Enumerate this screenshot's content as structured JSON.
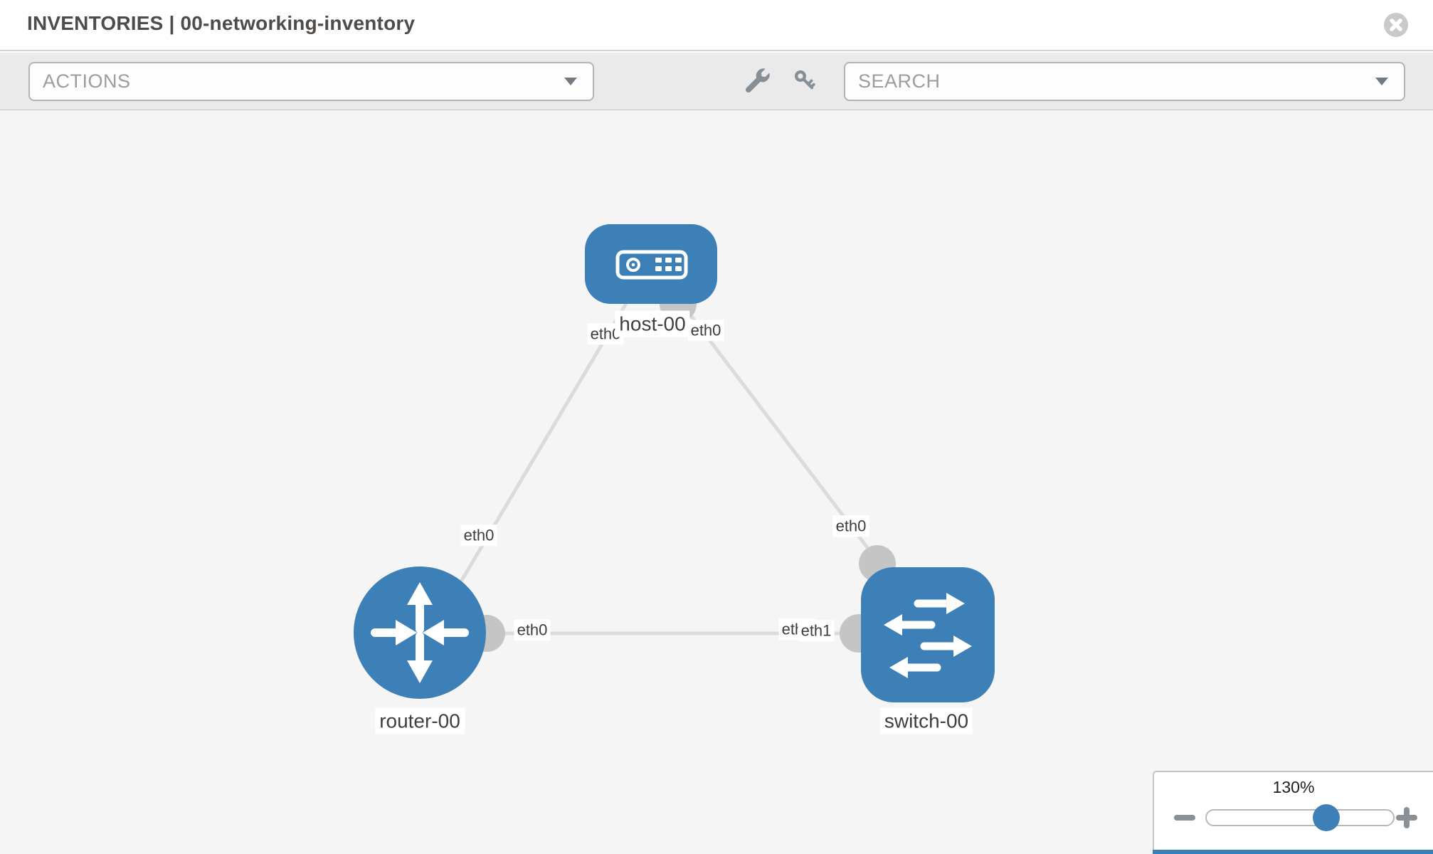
{
  "header": {
    "title": "INVENTORIES | 00-networking-inventory"
  },
  "toolbar": {
    "actions_label": "ACTIONS",
    "search_label": "SEARCH",
    "icons": [
      "wrench-icon",
      "key-icon"
    ]
  },
  "topology": {
    "nodes": [
      {
        "id": "host-00",
        "type": "host",
        "label": "host-00"
      },
      {
        "id": "router-00",
        "type": "router",
        "label": "router-00"
      },
      {
        "id": "switch-00",
        "type": "switch",
        "label": "switch-00"
      }
    ],
    "links": [
      {
        "source": "host-00",
        "source_interface": "eth0",
        "target": "router-00",
        "target_interface": "eth0"
      },
      {
        "source": "host-00",
        "source_interface": "eth0",
        "target": "switch-00",
        "target_interface": "eth0"
      },
      {
        "source": "router-00",
        "source_interface": "eth0",
        "target": "switch-00",
        "target_interface": "eth1"
      }
    ],
    "edge_labels": {
      "host_left_eth": "eth0",
      "host_right_eth": "eth0",
      "router_upper_link_eth": "eth0",
      "router_right_link_eth": "eth0",
      "switch_left_link_eth_under": "eth0",
      "switch_left_link_eth_over": "eth1",
      "switch_top_link_eth": "eth0"
    }
  },
  "zoom_control": {
    "level": "130%",
    "slider_position_pct": 64
  },
  "colors": {
    "node_fill": "#3d7fb7",
    "link": "#dbdbdb",
    "connector": "#c5c5c5",
    "toolbar_bg": "#eaeaea",
    "canvas_bg": "#f5f5f6"
  }
}
